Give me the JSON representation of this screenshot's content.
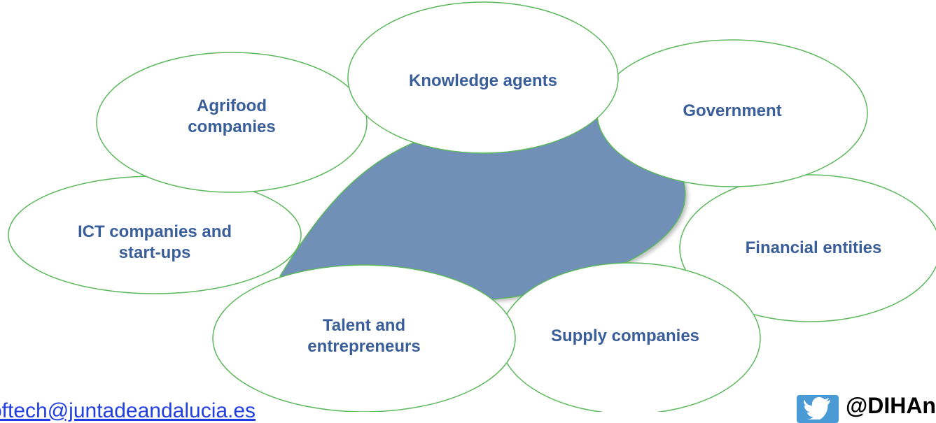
{
  "nodes": [
    {
      "id": "agrifood",
      "lines": [
        "Agrifood",
        "companies"
      ]
    },
    {
      "id": "knowledge",
      "lines": [
        "Knowledge agents"
      ]
    },
    {
      "id": "government",
      "lines": [
        "Government"
      ]
    },
    {
      "id": "ict",
      "lines": [
        "ICT companies and",
        "start-ups"
      ]
    },
    {
      "id": "financial",
      "lines": [
        "Financial entities"
      ]
    },
    {
      "id": "talent",
      "lines": [
        "Talent and",
        "entrepreneurs"
      ]
    },
    {
      "id": "supply",
      "lines": [
        "Supply companies"
      ]
    }
  ],
  "footer": {
    "email": "oftech@juntadeandalucia.es",
    "twitter_handle": "@DIHAn",
    "twitter_icon": "twitter-bird-icon"
  },
  "colors": {
    "center": "#7090b8",
    "outline": "#5cb85c",
    "label_text": "#3a5e9a",
    "email": "#1f3fe0",
    "twitter": "#4a9ad6"
  }
}
